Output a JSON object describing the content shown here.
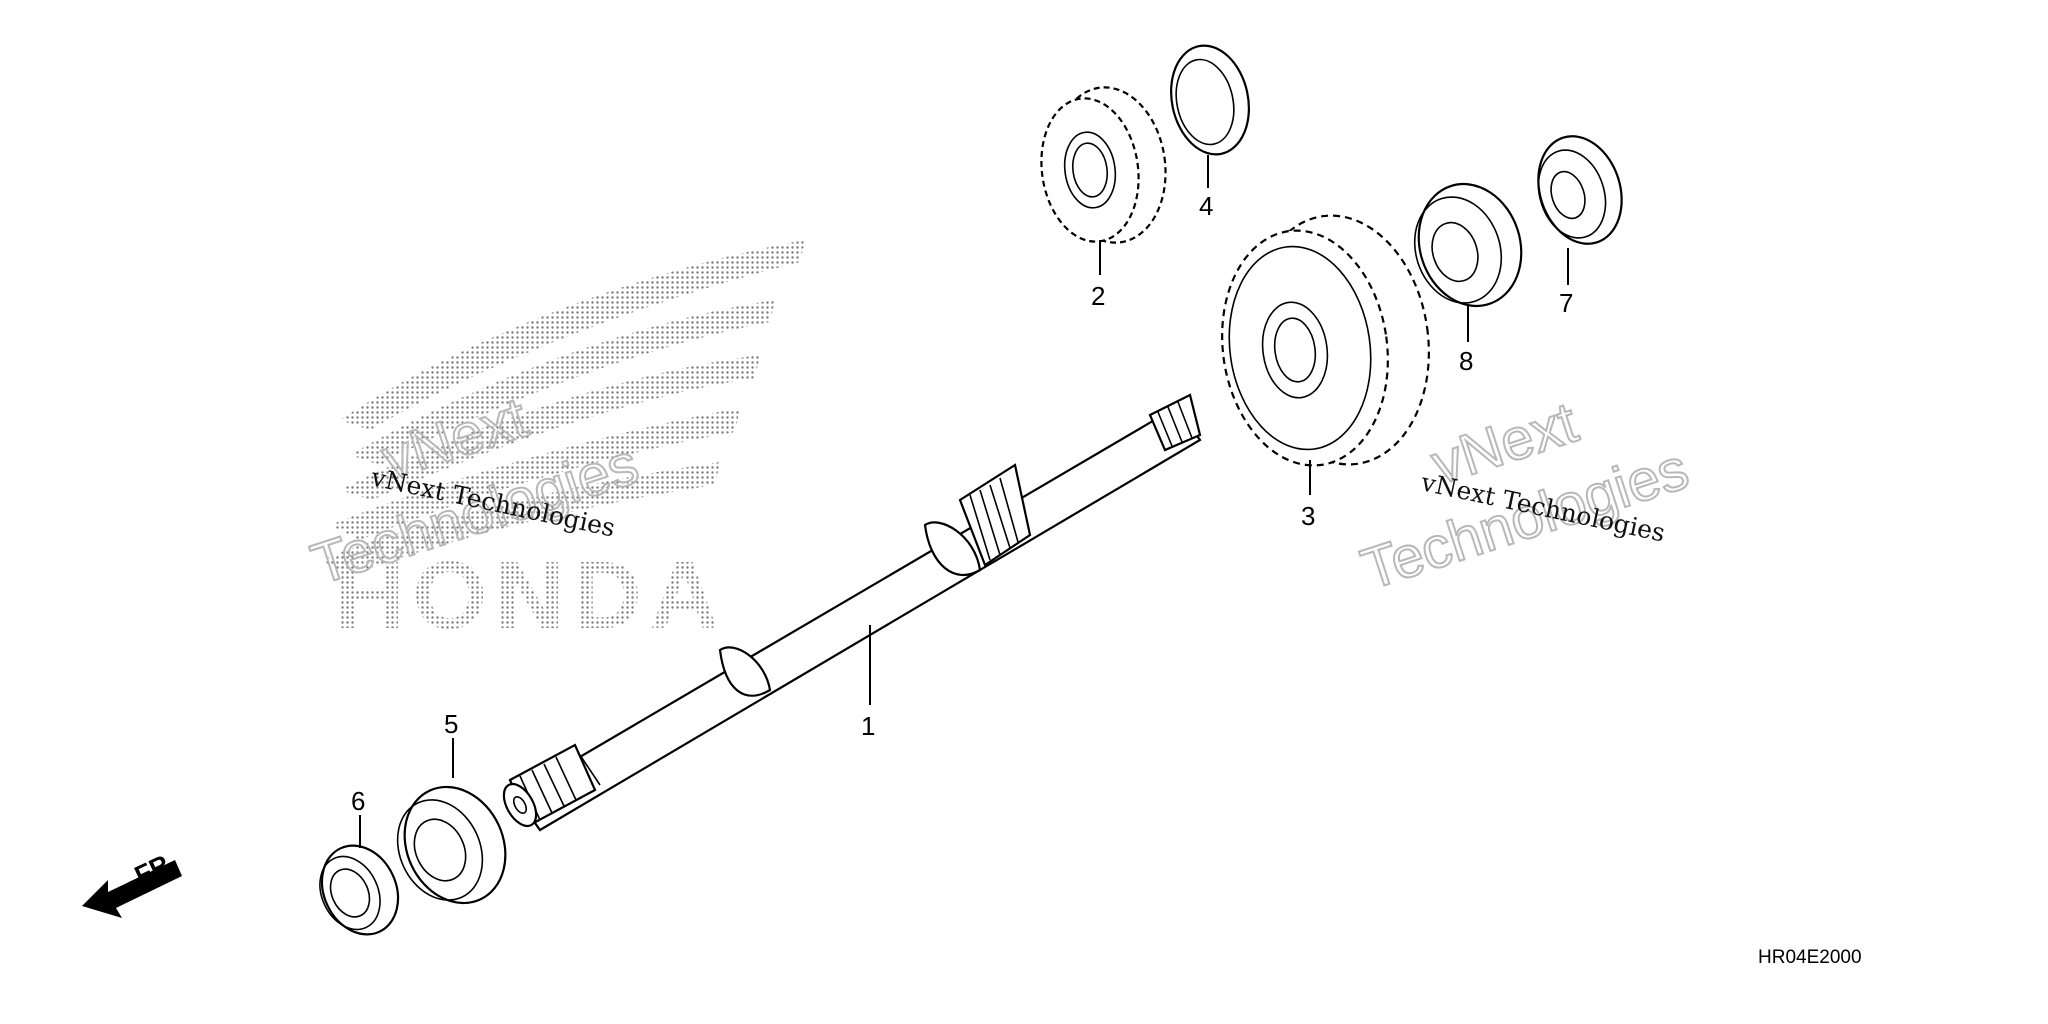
{
  "diagram": {
    "part_code": "HR04E2000",
    "direction_label": "FR.",
    "callouts": [
      {
        "id": "1",
        "label": "1"
      },
      {
        "id": "2",
        "label": "2"
      },
      {
        "id": "3",
        "label": "3"
      },
      {
        "id": "4",
        "label": "4"
      },
      {
        "id": "5",
        "label": "5"
      },
      {
        "id": "6",
        "label": "6"
      },
      {
        "id": "7",
        "label": "7"
      },
      {
        "id": "8",
        "label": "8"
      }
    ]
  },
  "watermark": {
    "brand": "HONDA",
    "small_text_left": "vNext Technologies",
    "small_text_right": "vNext Technologies",
    "big_line1": "vNext",
    "big_line2": "Technologies"
  }
}
